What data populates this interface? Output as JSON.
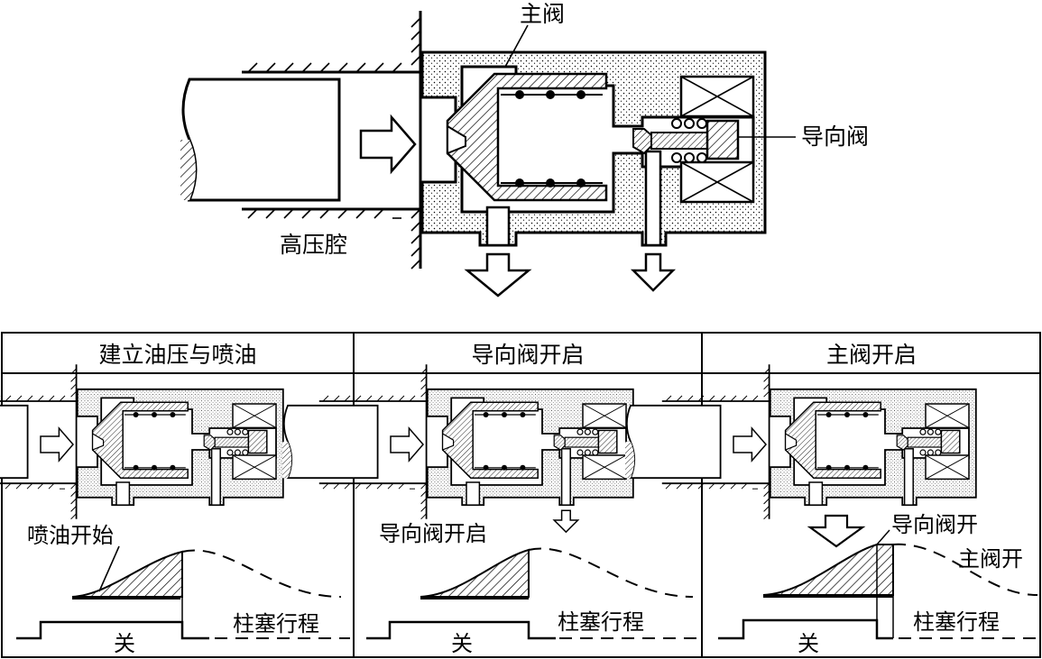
{
  "main_figure": {
    "main_valve_label": "主阀",
    "pilot_valve_label": "导向阀",
    "chamber_label": "高压腔"
  },
  "panels": [
    {
      "title": "建立油压与喷油",
      "annotation": "喷油开始",
      "stroke_label": "柱塞行程",
      "off_label": "关",
      "pilot_open": false,
      "main_open": false
    },
    {
      "title": "导向阀开启",
      "annotation": "导向阀开启",
      "stroke_label": "柱塞行程",
      "off_label": "关",
      "pilot_open": true,
      "main_open": false
    },
    {
      "title": "主阀开启",
      "annotation": "导向阀开",
      "annotation2": "主阀开",
      "stroke_label": "柱塞行程",
      "off_label": "关",
      "pilot_open": true,
      "main_open": true
    }
  ]
}
